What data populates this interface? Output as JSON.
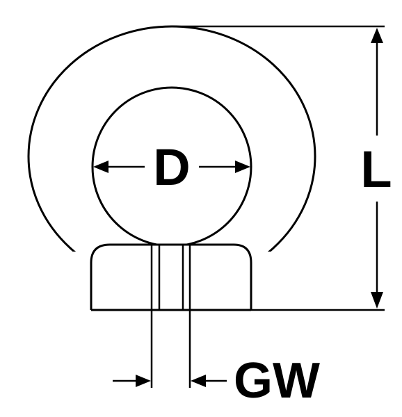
{
  "diagram": {
    "labels": {
      "inner_diameter": "D",
      "overall_length": "L",
      "gap_width": "GW"
    },
    "colors": {
      "line": "#000000",
      "fill": "#ffffff"
    }
  }
}
